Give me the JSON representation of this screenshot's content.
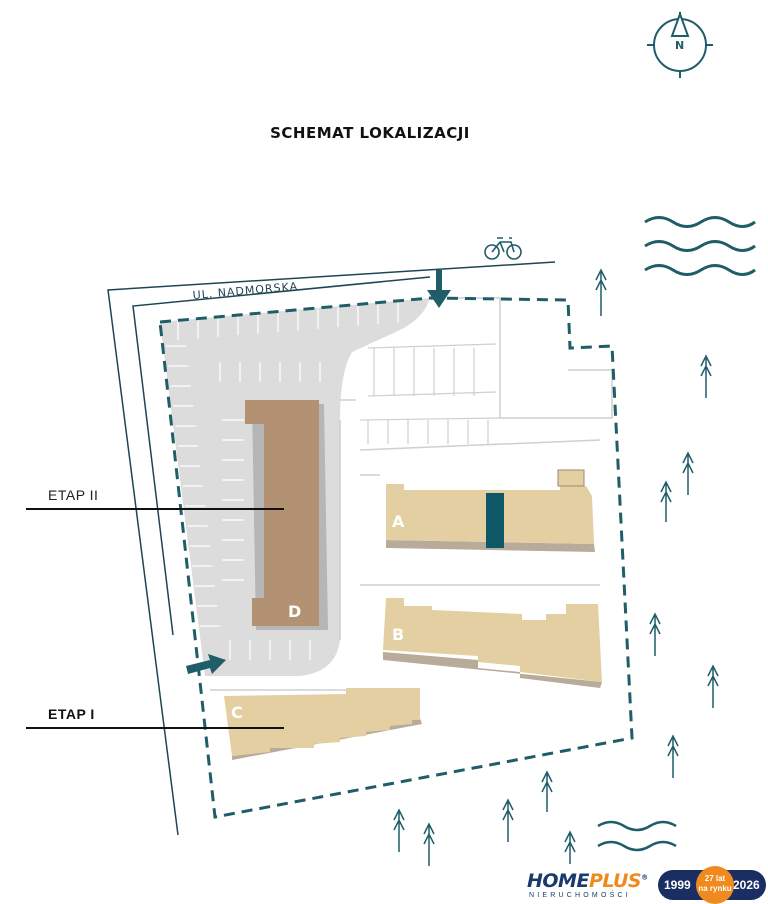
{
  "title": "SCHEMAT LOKALIZACJI",
  "compass": {
    "label": "N",
    "icon": "compass-icon"
  },
  "street": {
    "name": "UL. NADMORSKA"
  },
  "stages": {
    "etap_ii": "ETAP II",
    "etap_i": "ETAP I"
  },
  "buildings": {
    "a": "A",
    "b": "B",
    "c": "C",
    "d": "D"
  },
  "icons": {
    "bicycle": "bicycle-icon",
    "waves": "waves-icon",
    "tree": "tree-icon",
    "entry_arrow": "arrow-icon"
  },
  "colors": {
    "accent": "#1f5d68",
    "building_new": "#b39274",
    "building_old": "#e3cfa2",
    "parking_area": "#d9d9d9",
    "accent_stripe": "#0e5767"
  },
  "logo": {
    "brand_home": "HOME",
    "brand_plus": "PLUS",
    "registered": "®",
    "subtitle": "NIERUCHOMOŚCI",
    "year_start": "1999",
    "years_line1": "27 lat",
    "years_line2": "na rynku",
    "year_end": "2026"
  }
}
